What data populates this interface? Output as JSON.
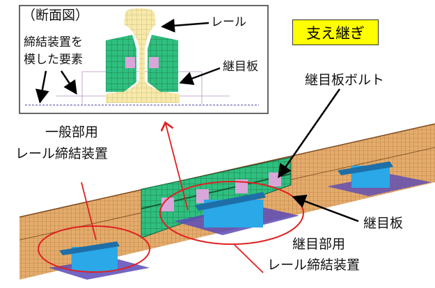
{
  "title_badge": "支え継ぎ",
  "inset": {
    "title": "（断面図）",
    "rail_label": "レール",
    "fastener_label_line1": "締結装置を",
    "fastener_label_line2": "模した要素",
    "joint_bar_label": "継目板"
  },
  "main": {
    "bolt_label": "継目板ボルト",
    "joint_bar_label": "継目板",
    "general_fastener_line1": "一般部用",
    "general_fastener_line2": "レール締結装置",
    "joint_fastener_line1": "継目部用",
    "joint_fastener_line2": "レール締結装置"
  },
  "colors": {
    "rail": "#e0a868",
    "joint_bar": "#2fbf7f",
    "pad": "#2aa8e8",
    "spring": "#5a4ab8",
    "bolt": "#d9a6d9",
    "highlight": "#e02020",
    "badge": "#ffff00"
  }
}
